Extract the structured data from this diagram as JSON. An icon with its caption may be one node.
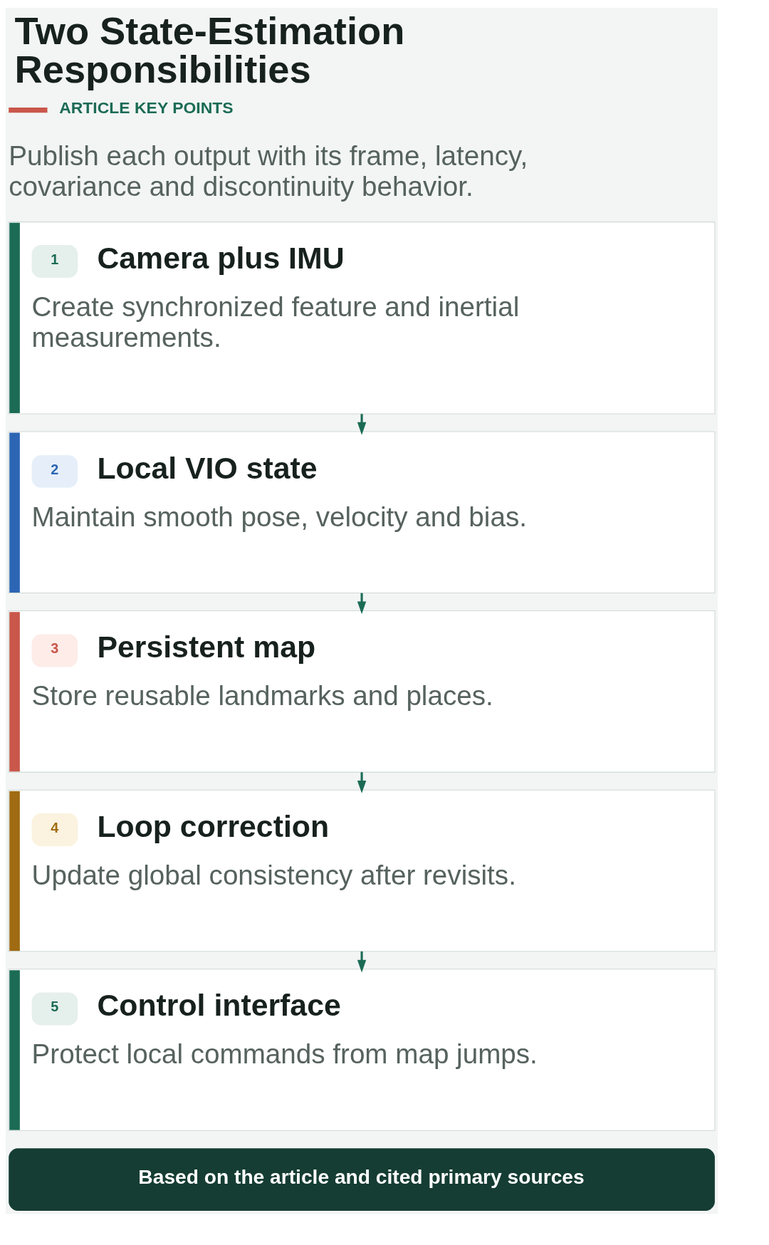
{
  "diagram": {
    "title": "Two State-Estimation Responsibilities",
    "nodes": [
      {
        "text": [
          "1",
          "Camera plus IMU",
          "Create synchronized feature and inertial measurements."
        ]
      },
      {
        "text": [
          "2",
          "Local VIO state",
          "Maintain smooth pose, velocity and bias."
        ]
      },
      {
        "text": [
          "3",
          "Persistent map",
          "Store reusable landmarks and places."
        ]
      },
      {
        "text": [
          "4",
          "Loop correction",
          "Update global consistency after revisits."
        ]
      },
      {
        "text": [
          "5",
          "Control interface",
          "Protect local commands from map jumps."
        ]
      },
      {
        "text": [
          "Based on the article and cited primary sources"
        ]
      }
    ],
    "edges": [
      {
        "from": 0,
        "to": 1,
        "arrow": "to"
      },
      {
        "from": 1,
        "to": 2,
        "arrow": "to"
      },
      {
        "from": 2,
        "to": 3,
        "arrow": "to"
      },
      {
        "from": 3,
        "to": 4,
        "arrow": "to"
      }
    ],
    "labels": [
      "ARTICLE KEY POINTS",
      "Publish each output with its frame, latency, covariance and discontinuity behavior."
    ]
  }
}
